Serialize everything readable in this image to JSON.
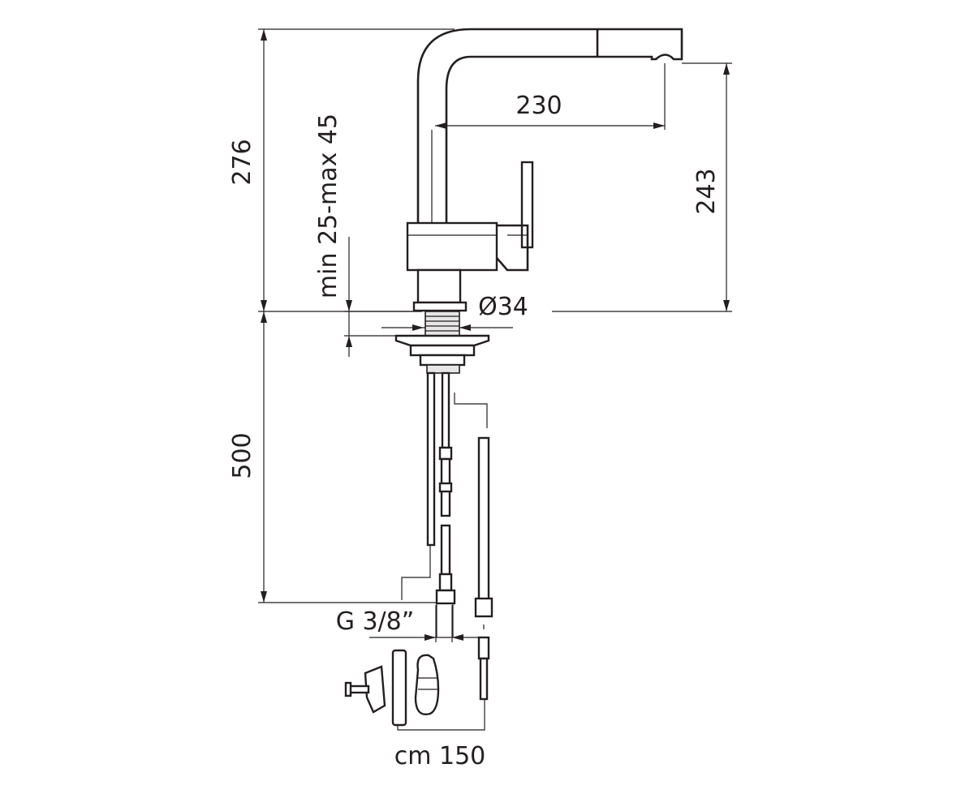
{
  "dimensions": {
    "total_height": "276",
    "spout_height": "243",
    "spout_reach": "230",
    "counter_thickness": "min 25-max 45",
    "hole_diameter": "Ø34",
    "hose_length_below": "500",
    "connection_thread": "G 3/8”",
    "pullout_hose_length": "cm 150"
  }
}
